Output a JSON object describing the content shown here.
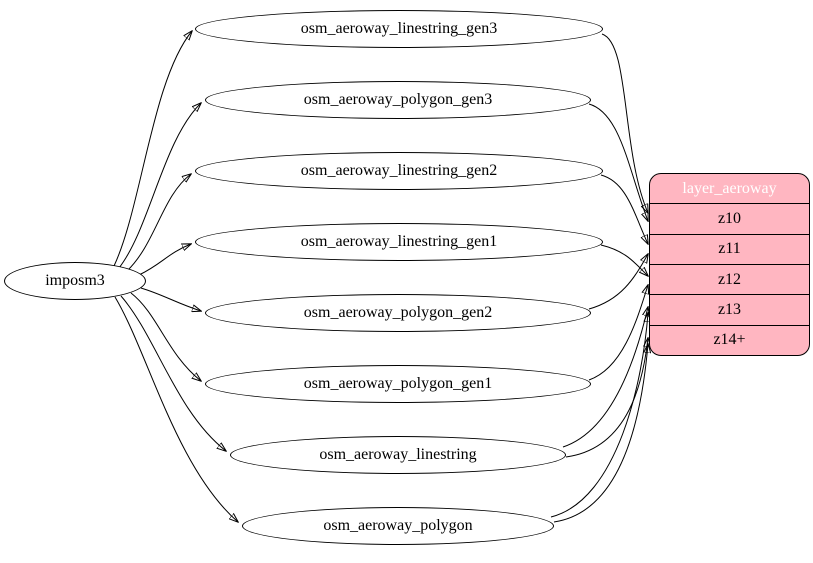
{
  "diagram": {
    "source": {
      "label": "imposm3"
    },
    "tables": [
      {
        "id": "osm_aeroway_linestring_gen3",
        "label": "osm_aeroway_linestring_gen3"
      },
      {
        "id": "osm_aeroway_polygon_gen3",
        "label": "osm_aeroway_polygon_gen3"
      },
      {
        "id": "osm_aeroway_linestring_gen2",
        "label": "osm_aeroway_linestring_gen2"
      },
      {
        "id": "osm_aeroway_linestring_gen1",
        "label": "osm_aeroway_linestring_gen1"
      },
      {
        "id": "osm_aeroway_polygon_gen2",
        "label": "osm_aeroway_polygon_gen2"
      },
      {
        "id": "osm_aeroway_polygon_gen1",
        "label": "osm_aeroway_polygon_gen1"
      },
      {
        "id": "osm_aeroway_linestring",
        "label": "osm_aeroway_linestring"
      },
      {
        "id": "osm_aeroway_polygon",
        "label": "osm_aeroway_polygon"
      }
    ],
    "layer": {
      "title": "layer_aeroway",
      "zoom_levels": [
        "z10",
        "z11",
        "z12",
        "z13",
        "z14+"
      ]
    },
    "edges": [
      {
        "from": "imposm3",
        "to": "osm_aeroway_linestring_gen3"
      },
      {
        "from": "imposm3",
        "to": "osm_aeroway_polygon_gen3"
      },
      {
        "from": "imposm3",
        "to": "osm_aeroway_linestring_gen2"
      },
      {
        "from": "imposm3",
        "to": "osm_aeroway_linestring_gen1"
      },
      {
        "from": "imposm3",
        "to": "osm_aeroway_polygon_gen2"
      },
      {
        "from": "imposm3",
        "to": "osm_aeroway_polygon_gen1"
      },
      {
        "from": "imposm3",
        "to": "osm_aeroway_linestring"
      },
      {
        "from": "imposm3",
        "to": "osm_aeroway_polygon"
      },
      {
        "from": "osm_aeroway_linestring_gen3",
        "to": "layer_aeroway.z10"
      },
      {
        "from": "osm_aeroway_polygon_gen3",
        "to": "layer_aeroway.z10"
      },
      {
        "from": "osm_aeroway_linestring_gen2",
        "to": "layer_aeroway.z11"
      },
      {
        "from": "osm_aeroway_polygon_gen2",
        "to": "layer_aeroway.z11"
      },
      {
        "from": "osm_aeroway_linestring_gen1",
        "to": "layer_aeroway.z12"
      },
      {
        "from": "osm_aeroway_polygon_gen1",
        "to": "layer_aeroway.z12"
      },
      {
        "from": "osm_aeroway_linestring",
        "to": "layer_aeroway.z13"
      },
      {
        "from": "osm_aeroway_linestring",
        "to": "layer_aeroway.z14+"
      },
      {
        "from": "osm_aeroway_polygon",
        "to": "layer_aeroway.z13"
      },
      {
        "from": "osm_aeroway_polygon",
        "to": "layer_aeroway.z14+"
      }
    ]
  },
  "colors": {
    "background": "#ffffff",
    "node_fill": "#ffffff",
    "stroke": "#000000",
    "layer_fill": "#ffb6c1",
    "layer_title_text": "#ffffff"
  }
}
